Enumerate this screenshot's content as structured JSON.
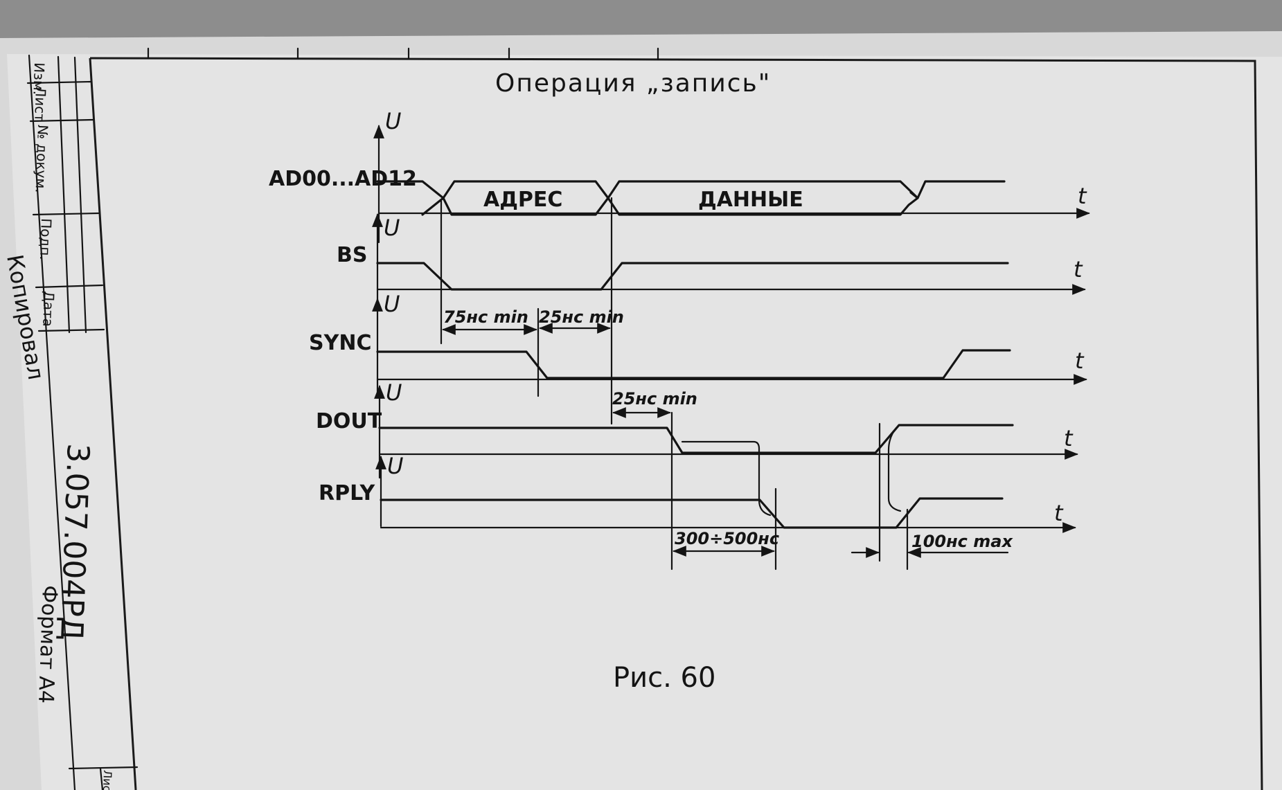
{
  "title": "Операция „запись\"",
  "caption": "Рис. 60",
  "axis": {
    "voltage": "U",
    "time": "t"
  },
  "signals": {
    "address_data": "AD00...AD12",
    "bs": "BS",
    "sync": "SYNC",
    "dout": "DOUT",
    "rply": "RPLY"
  },
  "bus_phases": {
    "address": "АДРЕС",
    "data": "ДАННЫЕ"
  },
  "timings": {
    "t1": "75нс min",
    "t2": "25нс min",
    "t3": "25нс min",
    "t4": "300÷500нс",
    "t5": "100нс max"
  },
  "title_block": {
    "cols": [
      "Изм.",
      "Лист",
      "№ докум.",
      "Подп.",
      "Дата"
    ],
    "doc_number": "3.057.004РД",
    "copied": "Копировал",
    "format": "Формат А4",
    "sheet": "Лист"
  },
  "colors": {
    "paper": "#e3e3e3",
    "ink": "#141414",
    "background": "#8d8d8d"
  }
}
